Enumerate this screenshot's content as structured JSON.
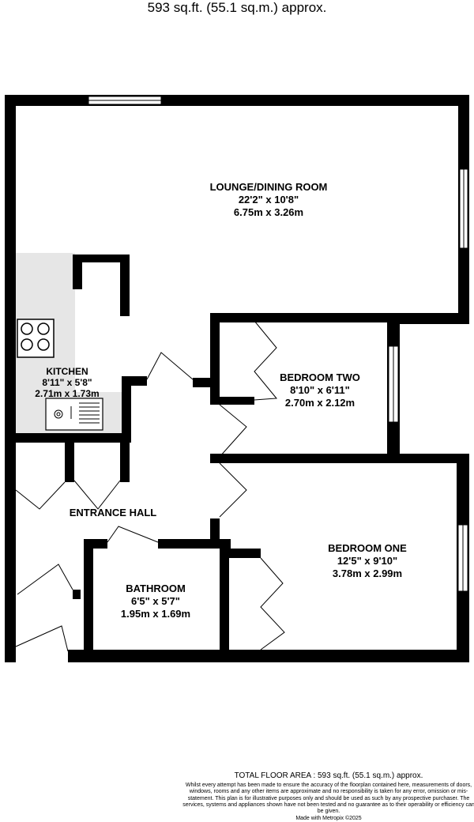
{
  "header": {
    "area_text": "593 sq.ft. (55.1 sq.m.) approx."
  },
  "rooms": {
    "lounge": {
      "name": "LOUNGE/DINING ROOM",
      "imperial": "22'2\"  x 10'8\"",
      "metric": "6.75m  x 3.26m"
    },
    "kitchen": {
      "name": "KITCHEN",
      "imperial": "8'11\"  x 5'8\"",
      "metric": "2.71m  x 1.73m"
    },
    "bedroom_two": {
      "name": "BEDROOM TWO",
      "imperial": "8'10\"  x 6'11\"",
      "metric": "2.70m  x 2.12m"
    },
    "entrance_hall": {
      "name": "ENTRANCE HALL"
    },
    "bedroom_one": {
      "name": "BEDROOM ONE",
      "imperial": "12'5\"  x 9'10\"",
      "metric": "3.78m  x 2.99m"
    },
    "bathroom": {
      "name": "BATHROOM",
      "imperial": "6'5\"  x 5'7\"",
      "metric": "1.95m  x 1.69m"
    }
  },
  "footer": {
    "total": "TOTAL FLOOR AREA : 593 sq.ft. (55.1 sq.m.) approx.",
    "disclaimer": "Whilst every attempt has been made to ensure the accuracy of the floorplan contained here, measurements of doors, windows, rooms and any other items are approximate and no responsibility is taken for any error, omission or mis-statement. This plan is for illustrative purposes only and should be used as such by any prospective purchaser. The services, systems and appliances shown have not been tested and no guarantee as to their operability or efficiency can be given.",
    "made_with": "Made with Metropix ©2025"
  },
  "colors": {
    "wall": "#000000",
    "kitchen_floor": "#e6e6e6",
    "background": "#ffffff"
  }
}
